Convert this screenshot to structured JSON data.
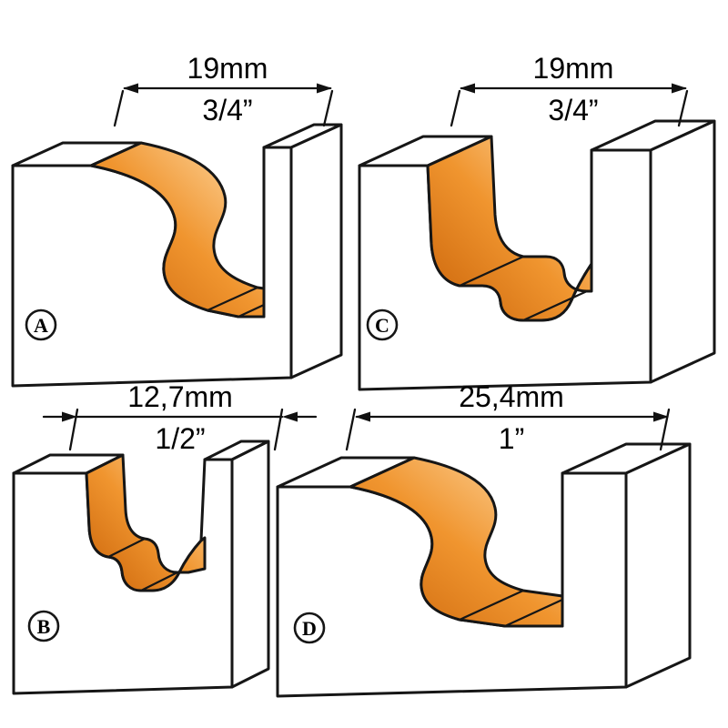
{
  "panels": [
    {
      "label": "A",
      "dim_mm": "19mm",
      "dim_in": "3/4”"
    },
    {
      "label": "B",
      "dim_mm": "12,7mm",
      "dim_in": "1/2”"
    },
    {
      "label": "C",
      "dim_mm": "19mm",
      "dim_in": "3/4”"
    },
    {
      "label": "D",
      "dim_mm": "25,4mm",
      "dim_in": "1”"
    }
  ],
  "colors": {
    "accent_dark": "#c96208",
    "accent_mid": "#f0952f",
    "accent_light": "#ffdfae",
    "outline": "#161616",
    "background": "#ffffff"
  }
}
